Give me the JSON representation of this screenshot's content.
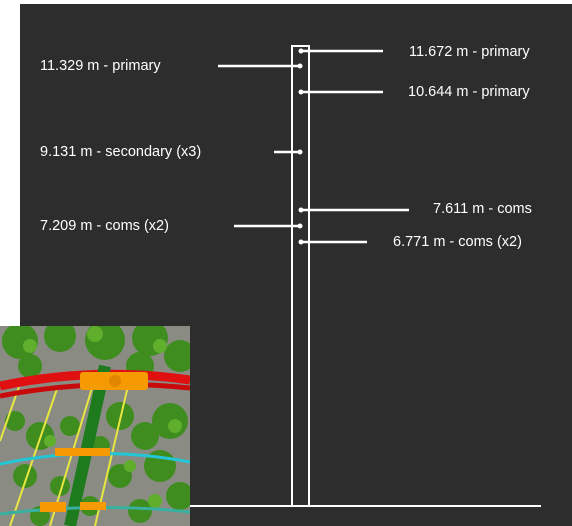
{
  "attachments": {
    "left": [
      {
        "label": "11.329 m - primary"
      },
      {
        "label": "9.131 m - secondary (x3)"
      },
      {
        "label": "7.209 m - coms (x2)"
      }
    ],
    "right": [
      {
        "label": "11.672 m - primary"
      },
      {
        "label": "10.644 m - primary"
      },
      {
        "label": "7.611 m - coms"
      },
      {
        "label": "6.771 m - coms (x2)"
      }
    ]
  },
  "colors": {
    "background": "#2d2d2d",
    "line": "#ffffff",
    "foliage": "#3e8a1e",
    "primary_line": "#e01010",
    "insulator": "#f59a00",
    "coms_line": "#22c6d6",
    "secondary_line": "#e8e640",
    "pole": "#1d7a1d"
  },
  "icons": {
    "thumbnail": "aerial-view-thumbnail"
  }
}
